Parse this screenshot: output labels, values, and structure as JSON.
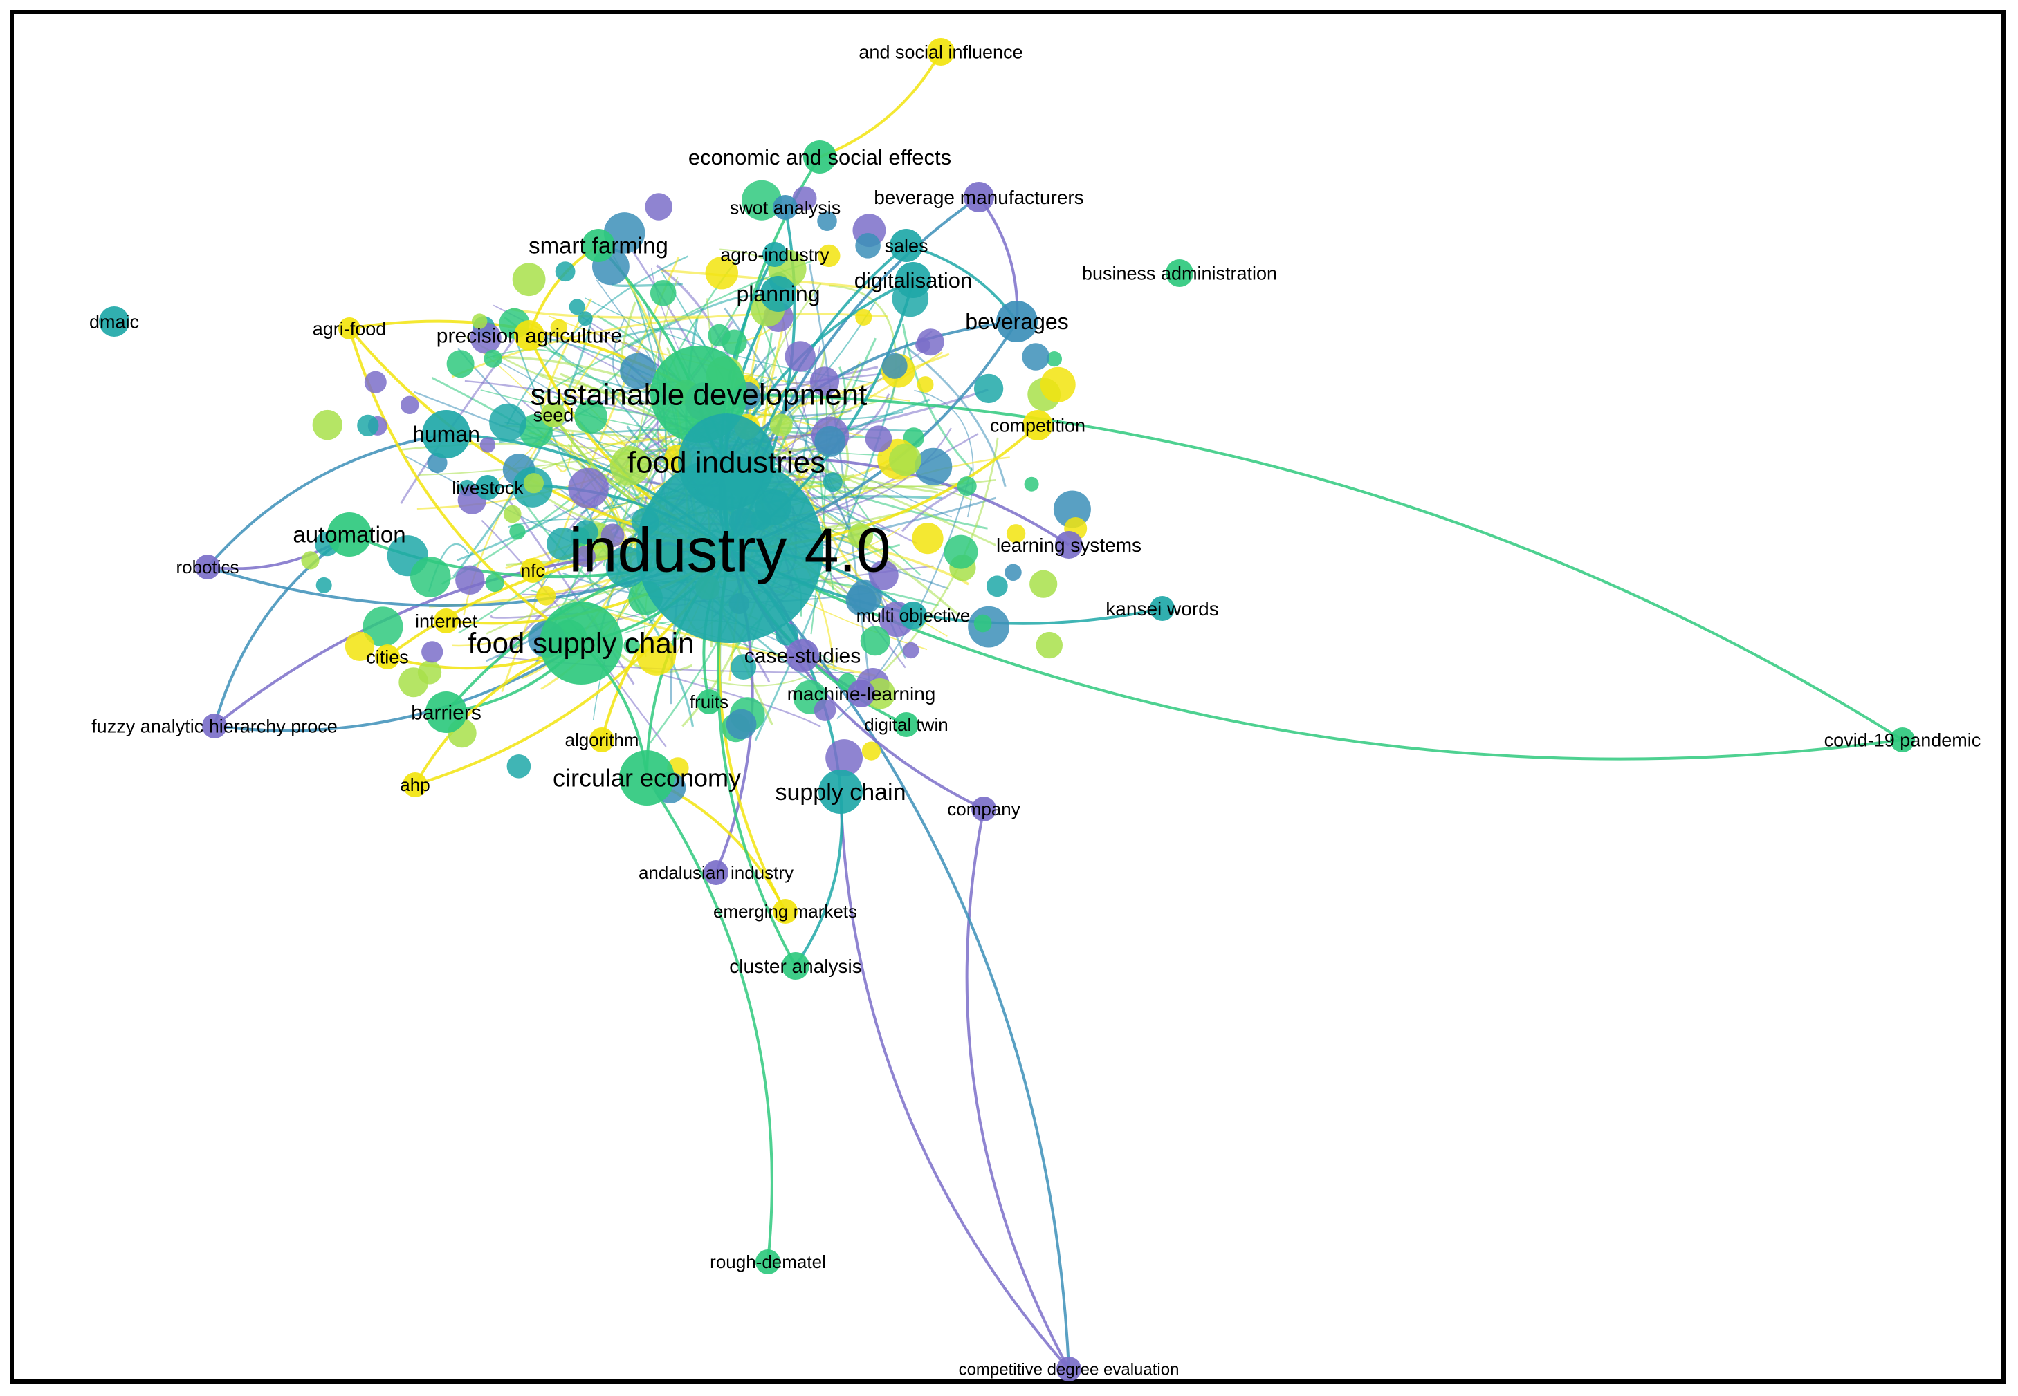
{
  "palette": {
    "purple": "#7B6FC9",
    "blue": "#3C8FB8",
    "teal": "#1FA8A8",
    "green": "#2FC97E",
    "lime": "#A8E04A",
    "yellow": "#F2E40E"
  },
  "keywords": [
    {
      "id": "industry40",
      "label": "industry 4.0",
      "color": "teal"
    },
    {
      "id": "sustainable_development",
      "label": "sustainable development",
      "color": "green"
    },
    {
      "id": "food_industries",
      "label": "food industries",
      "color": "teal"
    },
    {
      "id": "food_supply_chain",
      "label": "food supply chain",
      "color": "green"
    },
    {
      "id": "circular_economy",
      "label": "circular economy",
      "color": "green"
    },
    {
      "id": "supply_chain",
      "label": "supply chain",
      "color": "teal"
    },
    {
      "id": "automation",
      "label": "automation",
      "color": "green"
    },
    {
      "id": "smart_farming",
      "label": "smart farming",
      "color": "green"
    },
    {
      "id": "precision_agriculture",
      "label": "precision agriculture",
      "color": "yellow"
    },
    {
      "id": "planning",
      "label": "planning",
      "color": "teal"
    },
    {
      "id": "beverages",
      "label": "beverages",
      "color": "blue"
    },
    {
      "id": "human",
      "label": "human",
      "color": "teal"
    },
    {
      "id": "barriers",
      "label": "barriers",
      "color": "green"
    },
    {
      "id": "economic_social",
      "label": "economic and social effects",
      "color": "green"
    },
    {
      "id": "digitalisation",
      "label": "digitalisation",
      "color": "teal"
    },
    {
      "id": "beverage_manufacturers",
      "label": "beverage manufacturers",
      "color": "purple"
    },
    {
      "id": "and_social_influence",
      "label": "and social influence",
      "color": "yellow"
    },
    {
      "id": "swot",
      "label": "swot analysis",
      "color": "blue"
    },
    {
      "id": "agro_industry",
      "label": "agro-industry",
      "color": "teal"
    },
    {
      "id": "sales",
      "label": "sales",
      "color": "teal"
    },
    {
      "id": "business_admin",
      "label": "business administration",
      "color": "green"
    },
    {
      "id": "dmaic",
      "label": "dmaic",
      "color": "teal"
    },
    {
      "id": "agri_food",
      "label": "agri-food",
      "color": "yellow"
    },
    {
      "id": "competition",
      "label": "competition",
      "color": "yellow"
    },
    {
      "id": "seed",
      "label": "seed",
      "color": "lime"
    },
    {
      "id": "livestock",
      "label": "livestock",
      "color": "teal"
    },
    {
      "id": "robotics",
      "label": "robotics",
      "color": "purple"
    },
    {
      "id": "nfc",
      "label": "nfc",
      "color": "yellow"
    },
    {
      "id": "internet",
      "label": "internet",
      "color": "yellow"
    },
    {
      "id": "cities",
      "label": "cities",
      "color": "yellow"
    },
    {
      "id": "learning_systems",
      "label": "learning systems",
      "color": "purple"
    },
    {
      "id": "kansei_words",
      "label": "kansei words",
      "color": "teal"
    },
    {
      "id": "multi_objective",
      "label": "multi objective",
      "color": "teal"
    },
    {
      "id": "case_studies",
      "label": "case-studies",
      "color": "purple"
    },
    {
      "id": "machine_learning",
      "label": "machine-learning",
      "color": "purple"
    },
    {
      "id": "fuzzy_ahp",
      "label": "fuzzy analytic hierarchy proce",
      "color": "purple"
    },
    {
      "id": "fruits",
      "label": "fruits",
      "color": "green"
    },
    {
      "id": "digital_twin",
      "label": "digital twin",
      "color": "green"
    },
    {
      "id": "algorithm",
      "label": "algorithm",
      "color": "yellow"
    },
    {
      "id": "ahp",
      "label": "ahp",
      "color": "yellow"
    },
    {
      "id": "company",
      "label": "company",
      "color": "purple"
    },
    {
      "id": "covid19",
      "label": "covid-19 pandemic",
      "color": "green"
    },
    {
      "id": "andalusian",
      "label": "andalusian industry",
      "color": "purple"
    },
    {
      "id": "emerging_markets",
      "label": "emerging markets",
      "color": "yellow"
    },
    {
      "id": "cluster_analysis",
      "label": "cluster analysis",
      "color": "green"
    },
    {
      "id": "rough_dematel",
      "label": "rough-dematel",
      "color": "green"
    },
    {
      "id": "competitive_degree",
      "label": "competitive degree evaluation",
      "color": "purple"
    }
  ],
  "links": [
    {
      "from": "covid19",
      "to": "industry40",
      "color": "green"
    },
    {
      "from": "covid19",
      "to": "sustainable_development",
      "color": "green"
    },
    {
      "from": "competitive_degree",
      "to": "company",
      "color": "purple"
    },
    {
      "from": "competitive_degree",
      "to": "industry40",
      "color": "blue"
    },
    {
      "from": "competitive_degree",
      "to": "supply_chain",
      "color": "purple"
    },
    {
      "from": "rough_dematel",
      "to": "circular_economy",
      "color": "green"
    },
    {
      "from": "fuzzy_ahp",
      "to": "industry40",
      "color": "purple"
    },
    {
      "from": "fuzzy_ahp",
      "to": "food_supply_chain",
      "color": "blue"
    },
    {
      "from": "fuzzy_ahp",
      "to": "automation",
      "color": "blue"
    },
    {
      "from": "robotics",
      "to": "industry40",
      "color": "blue"
    },
    {
      "from": "robotics",
      "to": "human",
      "color": "blue"
    },
    {
      "from": "robotics",
      "to": "automation",
      "color": "purple"
    },
    {
      "from": "kansei_words",
      "to": "industry40",
      "color": "teal"
    },
    {
      "from": "learning_systems",
      "to": "food_industries",
      "color": "purple"
    },
    {
      "from": "and_social_influence",
      "to": "economic_social",
      "color": "yellow"
    },
    {
      "from": "economic_social",
      "to": "industry40",
      "color": "green"
    },
    {
      "from": "beverage_manufacturers",
      "to": "beverages",
      "color": "purple"
    },
    {
      "from": "beverage_manufacturers",
      "to": "industry40",
      "color": "blue"
    },
    {
      "from": "swot",
      "to": "industry40",
      "color": "teal"
    },
    {
      "from": "agro_industry",
      "to": "industry40",
      "color": "teal"
    },
    {
      "from": "sales",
      "to": "beverages",
      "color": "teal"
    },
    {
      "from": "sales",
      "to": "industry40",
      "color": "teal"
    },
    {
      "from": "digitalisation",
      "to": "industry40",
      "color": "teal"
    },
    {
      "from": "digitalisation",
      "to": "food_industries",
      "color": "teal"
    },
    {
      "from": "beverages",
      "to": "industry40",
      "color": "blue"
    },
    {
      "from": "beverages",
      "to": "food_industries",
      "color": "blue"
    },
    {
      "from": "competition",
      "to": "industry40",
      "color": "yellow"
    },
    {
      "from": "agri_food",
      "to": "industry40",
      "color": "yellow"
    },
    {
      "from": "agri_food",
      "to": "sustainable_development",
      "color": "yellow"
    },
    {
      "from": "agri_food",
      "to": "food_supply_chain",
      "color": "yellow"
    },
    {
      "from": "precision_agriculture",
      "to": "smart_farming",
      "color": "yellow"
    },
    {
      "from": "precision_agriculture",
      "to": "industry40",
      "color": "yellow"
    },
    {
      "from": "smart_farming",
      "to": "industry40",
      "color": "green"
    },
    {
      "from": "planning",
      "to": "industry40",
      "color": "teal"
    },
    {
      "from": "human",
      "to": "industry40",
      "color": "teal"
    },
    {
      "from": "seed",
      "to": "industry40",
      "color": "lime"
    },
    {
      "from": "livestock",
      "to": "industry40",
      "color": "teal"
    },
    {
      "from": "automation",
      "to": "industry40",
      "color": "green"
    },
    {
      "from": "nfc",
      "to": "industry40",
      "color": "yellow"
    },
    {
      "from": "internet",
      "to": "industry40",
      "color": "yellow"
    },
    {
      "from": "cities",
      "to": "industry40",
      "color": "yellow"
    },
    {
      "from": "cities",
      "to": "food_supply_chain",
      "color": "yellow"
    },
    {
      "from": "barriers",
      "to": "industry40",
      "color": "green"
    },
    {
      "from": "barriers",
      "to": "food_supply_chain",
      "color": "green"
    },
    {
      "from": "ahp",
      "to": "food_supply_chain",
      "color": "yellow"
    },
    {
      "from": "ahp",
      "to": "industry40",
      "color": "yellow"
    },
    {
      "from": "algorithm",
      "to": "industry40",
      "color": "yellow"
    },
    {
      "from": "food_supply_chain",
      "to": "industry40",
      "color": "green"
    },
    {
      "from": "circular_economy",
      "to": "industry40",
      "color": "green"
    },
    {
      "from": "circular_economy",
      "to": "food_supply_chain",
      "color": "green"
    },
    {
      "from": "fruits",
      "to": "industry40",
      "color": "green"
    },
    {
      "from": "case_studies",
      "to": "industry40",
      "color": "purple"
    },
    {
      "from": "machine_learning",
      "to": "industry40",
      "color": "purple"
    },
    {
      "from": "multi_objective",
      "to": "industry40",
      "color": "teal"
    },
    {
      "from": "digital_twin",
      "to": "industry40",
      "color": "green"
    },
    {
      "from": "supply_chain",
      "to": "industry40",
      "color": "teal"
    },
    {
      "from": "company",
      "to": "industry40",
      "color": "purple"
    },
    {
      "from": "andalusian",
      "to": "industry40",
      "color": "purple"
    },
    {
      "from": "emerging_markets",
      "to": "industry40",
      "color": "yellow"
    },
    {
      "from": "emerging_markets",
      "to": "circular_economy",
      "color": "yellow"
    },
    {
      "from": "cluster_analysis",
      "to": "industry40",
      "color": "green"
    },
    {
      "from": "cluster_analysis",
      "to": "supply_chain",
      "color": "teal"
    },
    {
      "from": "sustainable_development",
      "to": "industry40",
      "color": "green"
    },
    {
      "from": "food_industries",
      "to": "industry40",
      "color": "teal"
    },
    {
      "from": "food_industries",
      "to": "sustainable_development",
      "color": "teal"
    }
  ]
}
